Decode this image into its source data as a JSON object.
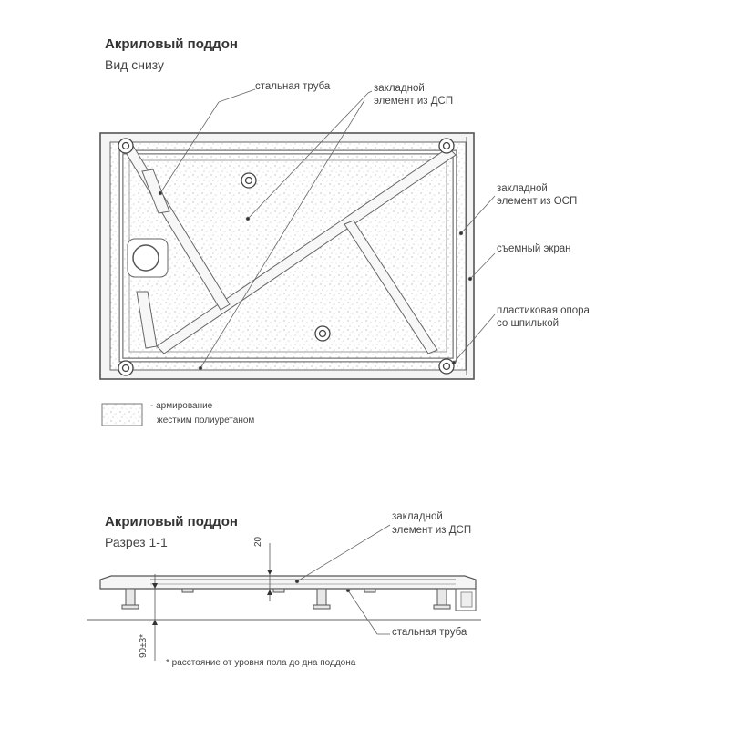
{
  "top_view": {
    "title": "Акриловый поддон",
    "subtitle": "Вид снизу",
    "callouts": {
      "steel_pipe": "стальная труба",
      "dsp_insert_1": "закладной",
      "dsp_insert_2": "элемент из ДСП",
      "osp_insert_1": "закладной",
      "osp_insert_2": "элемент из ОСП",
      "removable_screen": "съемный экран",
      "support_1": "пластиковая опора",
      "support_2": "со шпилькой"
    },
    "legend": {
      "line1": "- армирование",
      "line2": "жестким полиуретаном"
    }
  },
  "section_view": {
    "title": "Акриловый поддон",
    "subtitle": "Разрез 1-1",
    "callouts": {
      "dsp_insert_1": "закладной",
      "dsp_insert_2": "элемент из ДСП",
      "steel_pipe": "стальная труба"
    },
    "dim_20": "20",
    "dim_height": "90±3*",
    "footnote": "* расстояние от уровня пола до дна поддона"
  },
  "colors": {
    "line": "#555555",
    "fill_light": "#f2f2f2",
    "stipple": "#bdbdbd"
  }
}
